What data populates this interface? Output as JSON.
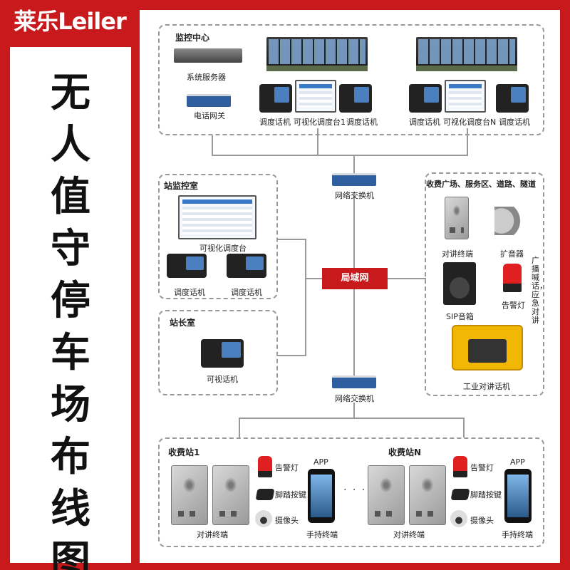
{
  "brand": {
    "logo_text": "莱乐Leiler"
  },
  "title_chars": [
    "无",
    "人",
    "值",
    "守",
    "停",
    "车",
    "场",
    "布",
    "线",
    "图"
  ],
  "monitor_center": {
    "title": "监控中心",
    "server_label": "系统服务器",
    "gateway_label": "电话网关",
    "group1_labels": [
      "调度话机",
      "可视化调度台1",
      "调度话机"
    ],
    "groupN_labels": [
      "调度话机",
      "可视化调度台N",
      "调度话机"
    ]
  },
  "switch_top_label": "网络交换机",
  "switch_bottom_label": "网络交换机",
  "lan_label": "局域网",
  "station_monitor": {
    "title": "站监控室",
    "console_label": "可视化调度台",
    "phone_labels": [
      "调度话机",
      "调度话机"
    ]
  },
  "station_master": {
    "title": "站长室",
    "phone_label": "可视话机"
  },
  "toll_area": {
    "title": "收费广场、服务区、道路、隧道",
    "intercom_label": "对讲终端",
    "amplifier_label": "扩音器",
    "sip_label": "SIP音箱",
    "alarm_label": "告警灯",
    "industrial_label": "工业对讲话机",
    "vertical_note": "广播喊话，应急对讲"
  },
  "toll_station_1": {
    "title": "收费站1",
    "alarm_label": "告警灯",
    "pedal_label": "脚踏按键",
    "camera_label": "摄像头",
    "app_label": "APP",
    "intercom_label": "对讲终端",
    "handheld_label": "手持终端"
  },
  "toll_station_n": {
    "title": "收费站N",
    "alarm_label": "告警灯",
    "pedal_label": "脚踏按键",
    "camera_label": "摄像头",
    "app_label": "APP",
    "intercom_label": "对讲终端",
    "handheld_label": "手持终端"
  },
  "ellipsis": "· · ·",
  "colors": {
    "brand_red": "#c8191d",
    "switch_blue": "#2f5f9e",
    "dashed_border": "#999999"
  }
}
